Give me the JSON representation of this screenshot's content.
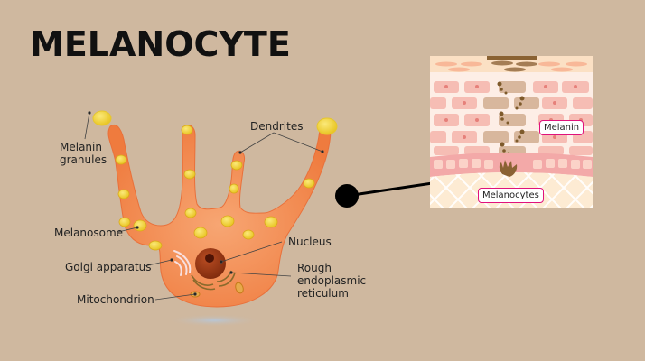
{
  "title": "MELANOCYTE",
  "cell_labels": {
    "melanin_granules": "Melanin granules",
    "dendrites": "Dendrites",
    "melanosome": "Melanosome",
    "nucleus": "Nucleus",
    "golgi": "Golgi apparatus",
    "rough_er": "Rough endoplasmic reticulum",
    "mitochondrion": "Mitochondrion"
  },
  "skin_inset": {
    "labels": {
      "melanin": "Melanin",
      "melanocytes": "Melanocytes"
    }
  },
  "colors": {
    "background": "#cfb89f",
    "cell": "#ef7f43",
    "melanosome": "#f3c21c",
    "nucleus": "#9c3714",
    "callout_border": "#e0127c"
  }
}
